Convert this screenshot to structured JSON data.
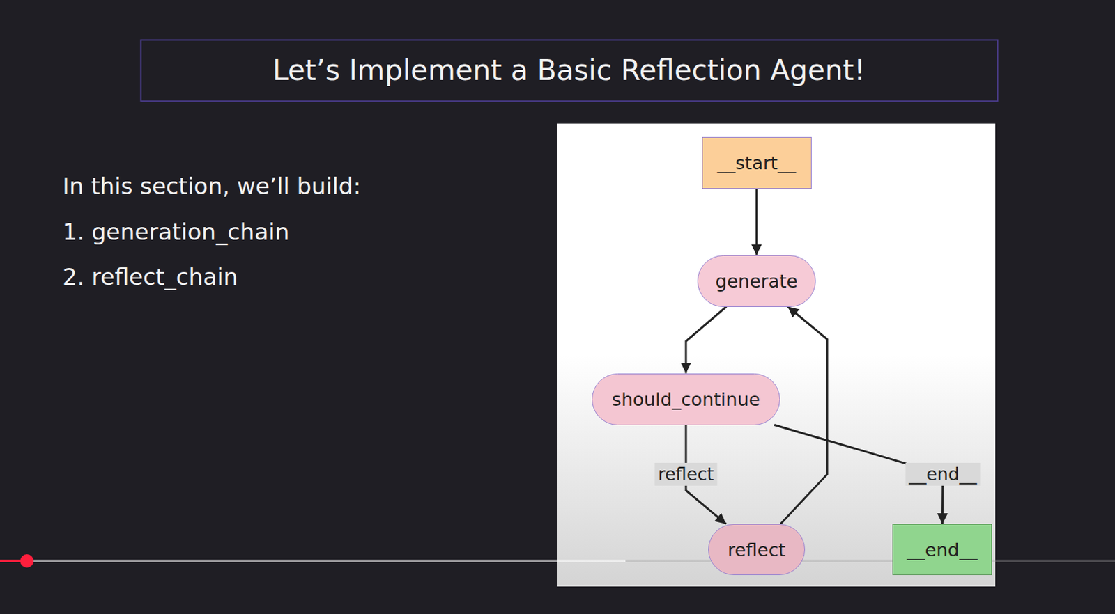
{
  "diagram": {
    "title": "Let’s Implement a Basic Reflection Agent!",
    "nodes": [
      {
        "text": [
          "__start__"
        ]
      },
      {
        "text": [
          "generate"
        ]
      },
      {
        "text": [
          "should_continue"
        ]
      },
      {
        "text": [
          "reflect"
        ]
      },
      {
        "text": [
          "__end__"
        ]
      }
    ],
    "edges": [
      {
        "from": 0,
        "to": 1,
        "arrow": "to"
      },
      {
        "from": 1,
        "to": 2,
        "arrow": "to"
      },
      {
        "from": 2,
        "to": 3,
        "label": "reflect",
        "arrow": "to"
      },
      {
        "from": 3,
        "to": 1,
        "arrow": "to"
      },
      {
        "from": 2,
        "to": 4,
        "label": "__end__",
        "arrow": "to"
      }
    ],
    "labels": [
      "In this section, we’ll build:",
      "1. generation_chain",
      "2. reflect_chain"
    ]
  }
}
